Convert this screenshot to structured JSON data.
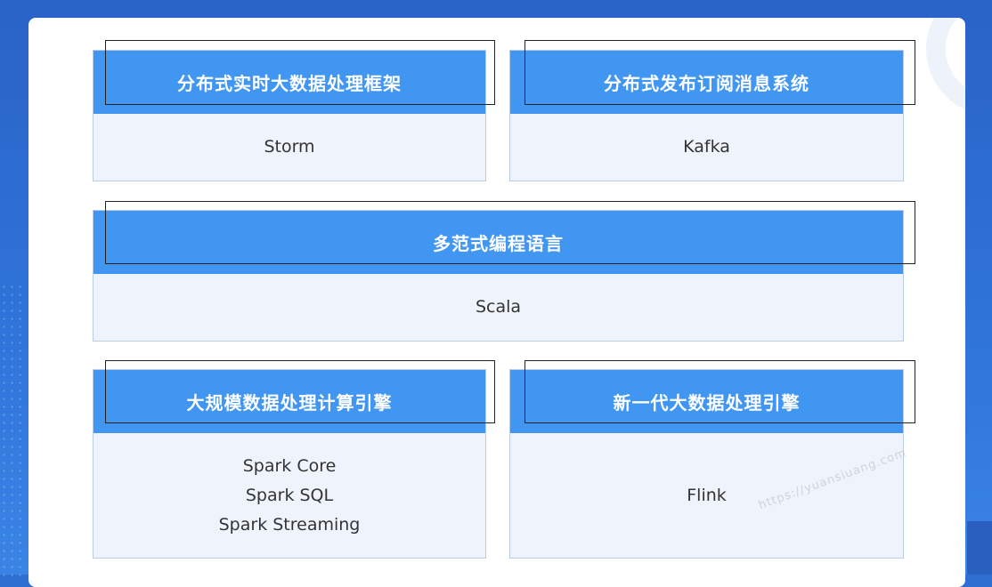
{
  "panels": [
    {
      "title": "分布式实时大数据处理框架",
      "items": [
        "Storm"
      ]
    },
    {
      "title": "分布式发布订阅消息系统",
      "items": [
        "Kafka"
      ]
    },
    {
      "title": "多范式编程语言",
      "items": [
        "Scala"
      ]
    },
    {
      "title": "大规模数据处理计算引擎",
      "items": [
        "Spark Core",
        "Spark SQL",
        "Spark Streaming"
      ]
    },
    {
      "title": "新一代大数据处理引擎",
      "items": [
        "Flink"
      ]
    }
  ],
  "watermark": "https://yuansiuang.com",
  "colors": {
    "header": "#4196f1",
    "body": "#eef3fc",
    "border": "#b9cbe6",
    "background": "#2f6fd1"
  }
}
